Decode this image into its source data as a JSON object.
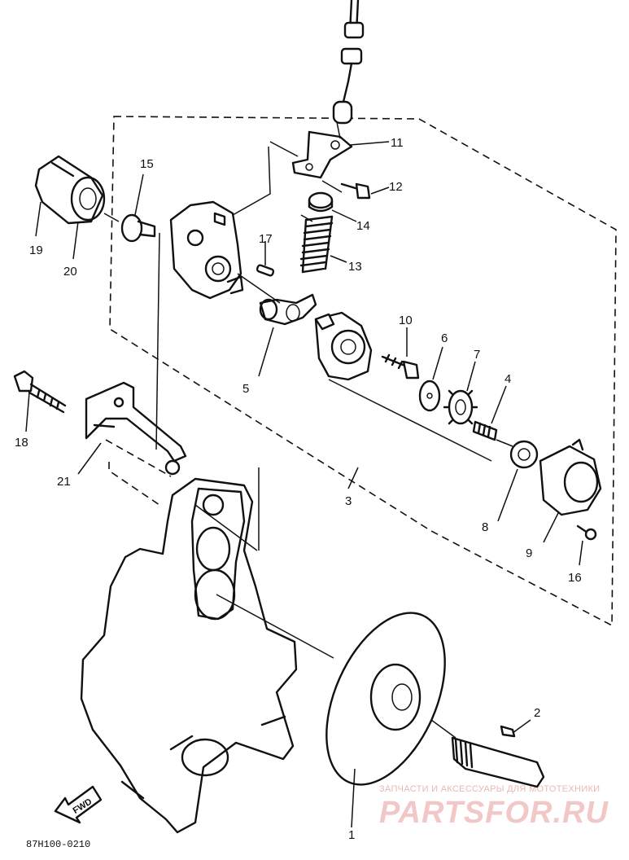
{
  "diagram": {
    "code": "87H100-0210",
    "fwd_label": "FWD",
    "part_numbers": {
      "p1": "1",
      "p2": "2",
      "p3": "3",
      "p4": "4",
      "p5": "5",
      "p6": "6",
      "p7": "7",
      "p8": "8",
      "p9": "9",
      "p10": "10",
      "p11": "11",
      "p12": "12",
      "p13": "13",
      "p14": "14",
      "p15": "15",
      "p16": "16",
      "p17": "17",
      "p18": "18",
      "p19": "19",
      "p20": "20",
      "p21": "21"
    }
  },
  "watermark": {
    "tagline": "ЗАПЧАСТИ И АКСЕССУАРЫ ДЛЯ МОТОТЕХНИКИ",
    "brand": "PARTSFOR.RU"
  }
}
